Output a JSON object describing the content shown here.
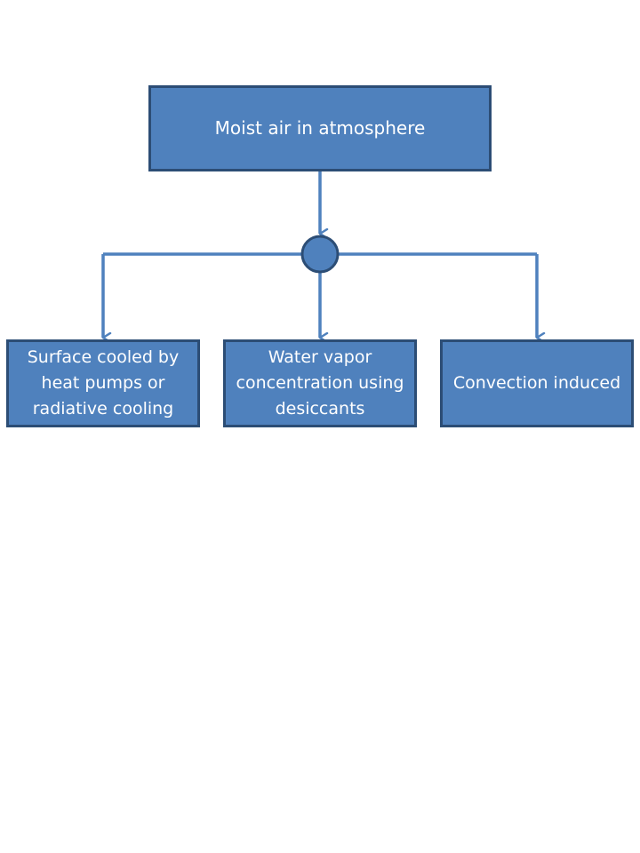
{
  "colors": {
    "box_fill": "#4f81bd",
    "box_border": "#2c4d75",
    "connector": "#4f81bd",
    "text": "#ffffff",
    "background": "#ffffff"
  },
  "diagram": {
    "type": "flow",
    "root": {
      "label": "Moist air in atmosphere"
    },
    "junction": {
      "shape": "circle"
    },
    "children": [
      {
        "label": "Surface cooled by heat pumps or radiative cooling"
      },
      {
        "label": "Water vapor concentration using desiccants"
      },
      {
        "label": "Convection induced"
      }
    ]
  }
}
